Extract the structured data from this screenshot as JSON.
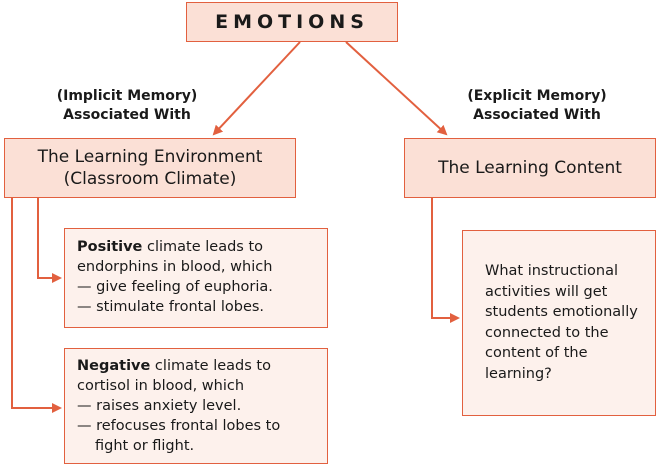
{
  "title": "EMOTIONS",
  "implicit_label": [
    "(Implicit Memory)",
    "Associated With"
  ],
  "explicit_label": [
    "(Explicit Memory)",
    "Associated With"
  ],
  "environment_box": [
    "The Learning Environment",
    "(Classroom Climate)"
  ],
  "content_box": "The Learning Content",
  "positive_box": {
    "lead_bold": "Positive",
    "lead_rest": " climate leads to",
    "line2": "endorphins in blood, which",
    "bullets": [
      "— give feeling of euphoria.",
      "— stimulate frontal lobes."
    ]
  },
  "negative_box": {
    "lead_bold": "Negative",
    "lead_rest": " climate leads to",
    "line2": "cortisol in blood, which",
    "bullets": [
      "— raises anxiety level.",
      "— refocuses frontal lobes to",
      "fight or flight."
    ]
  },
  "question_box": [
    "What instructional",
    "activities will get",
    "students emotionally",
    "connected to the",
    "content of the",
    "learning?"
  ],
  "colors": {
    "border": "#e2603f",
    "fill": "#fbe0d6",
    "fill_light": "#fdf1ec",
    "arrow": "#e2603f"
  }
}
